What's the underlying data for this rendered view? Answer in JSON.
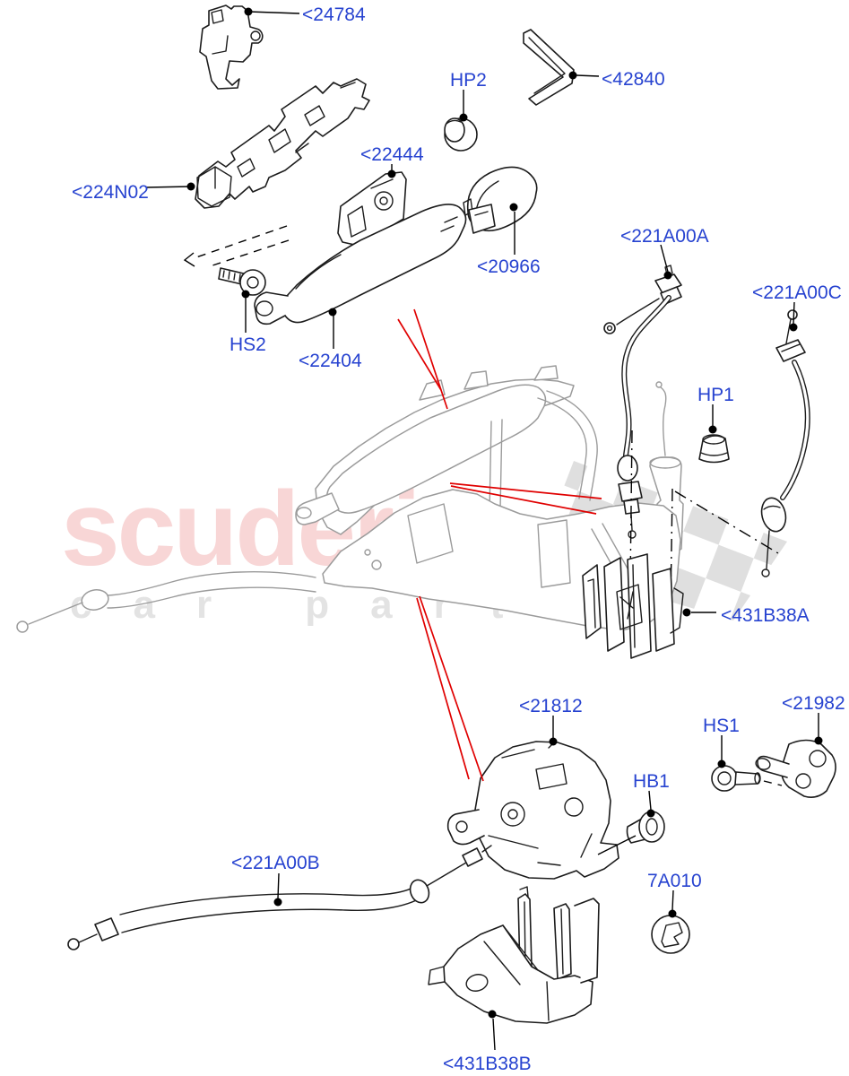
{
  "labels": {
    "p24784": "<24784",
    "p224N02": "<224N02",
    "p22444": "<22444",
    "hp2": "HP2",
    "p42840": "<42840",
    "p20966": "<20966",
    "p22404": "<22404",
    "hs2": "HS2",
    "p221A00A": "<221A00A",
    "p221A00C": "<221A00C",
    "hp1": "HP1",
    "p431B38A": "<431B38A",
    "p21812": "<21812",
    "p21982": "<21982",
    "hs1": "HS1",
    "hb1": "HB1",
    "p221A00B": "<221A00B",
    "p7A010": "7A010",
    "p431B38B": "<431B38B"
  },
  "watermark": {
    "brand": "scuderia",
    "sub": "car parts"
  },
  "theme": {
    "background": "#ffffff",
    "label_color": "#2743d0",
    "part_line_color": "#1c1c1c",
    "module_line_color": "#9b9b9b",
    "highlight_color": "#e00000",
    "watermark_brand_color": "#f8d6d6",
    "watermark_sub_color": "#e3e3e3",
    "flag_color": "#d7d7d7"
  }
}
